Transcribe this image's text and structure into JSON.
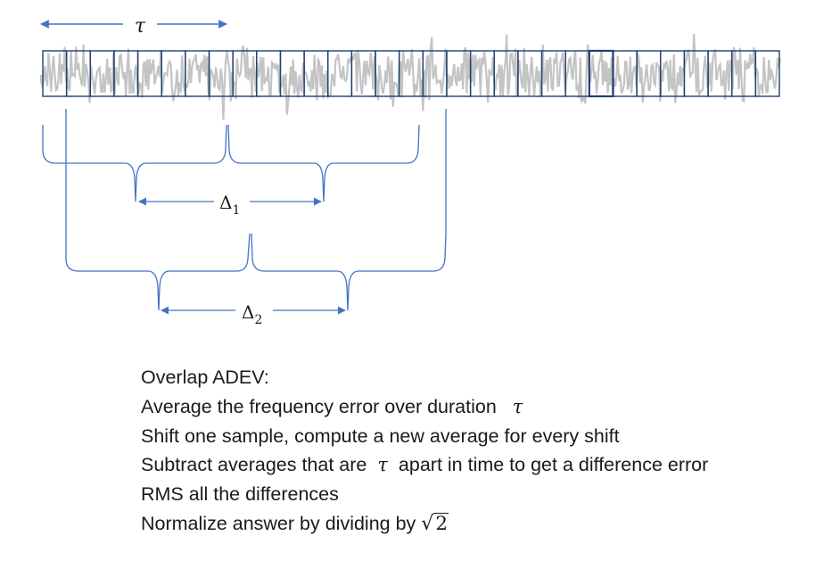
{
  "diagram": {
    "tau_symbol": "τ",
    "delta1": {
      "base": "Δ",
      "sub": "1"
    },
    "delta2": {
      "base": "Δ",
      "sub": "2"
    },
    "colors": {
      "signal": "#c4c4c4",
      "box_stroke": "#1f3f73",
      "bracket": "#4472c4",
      "arrow": "#4472c4",
      "text": "#1a1a1a"
    },
    "signal_strip": {
      "box_count": 31,
      "highlighted_box_index": 23
    }
  },
  "notes": {
    "heading": "Overlap ADEV:",
    "line1_text": "Average the frequency error over duration",
    "line1_symbol": "τ",
    "line2_text": "Shift one sample, compute a new average for every shift",
    "line3_before": "Subtract averages that are",
    "line3_symbol": "τ",
    "line3_after": "apart in time to get a difference error",
    "line4_text": "RMS all the differences",
    "line5_text": "Normalize answer by dividing by",
    "line5_radicand": "2"
  }
}
